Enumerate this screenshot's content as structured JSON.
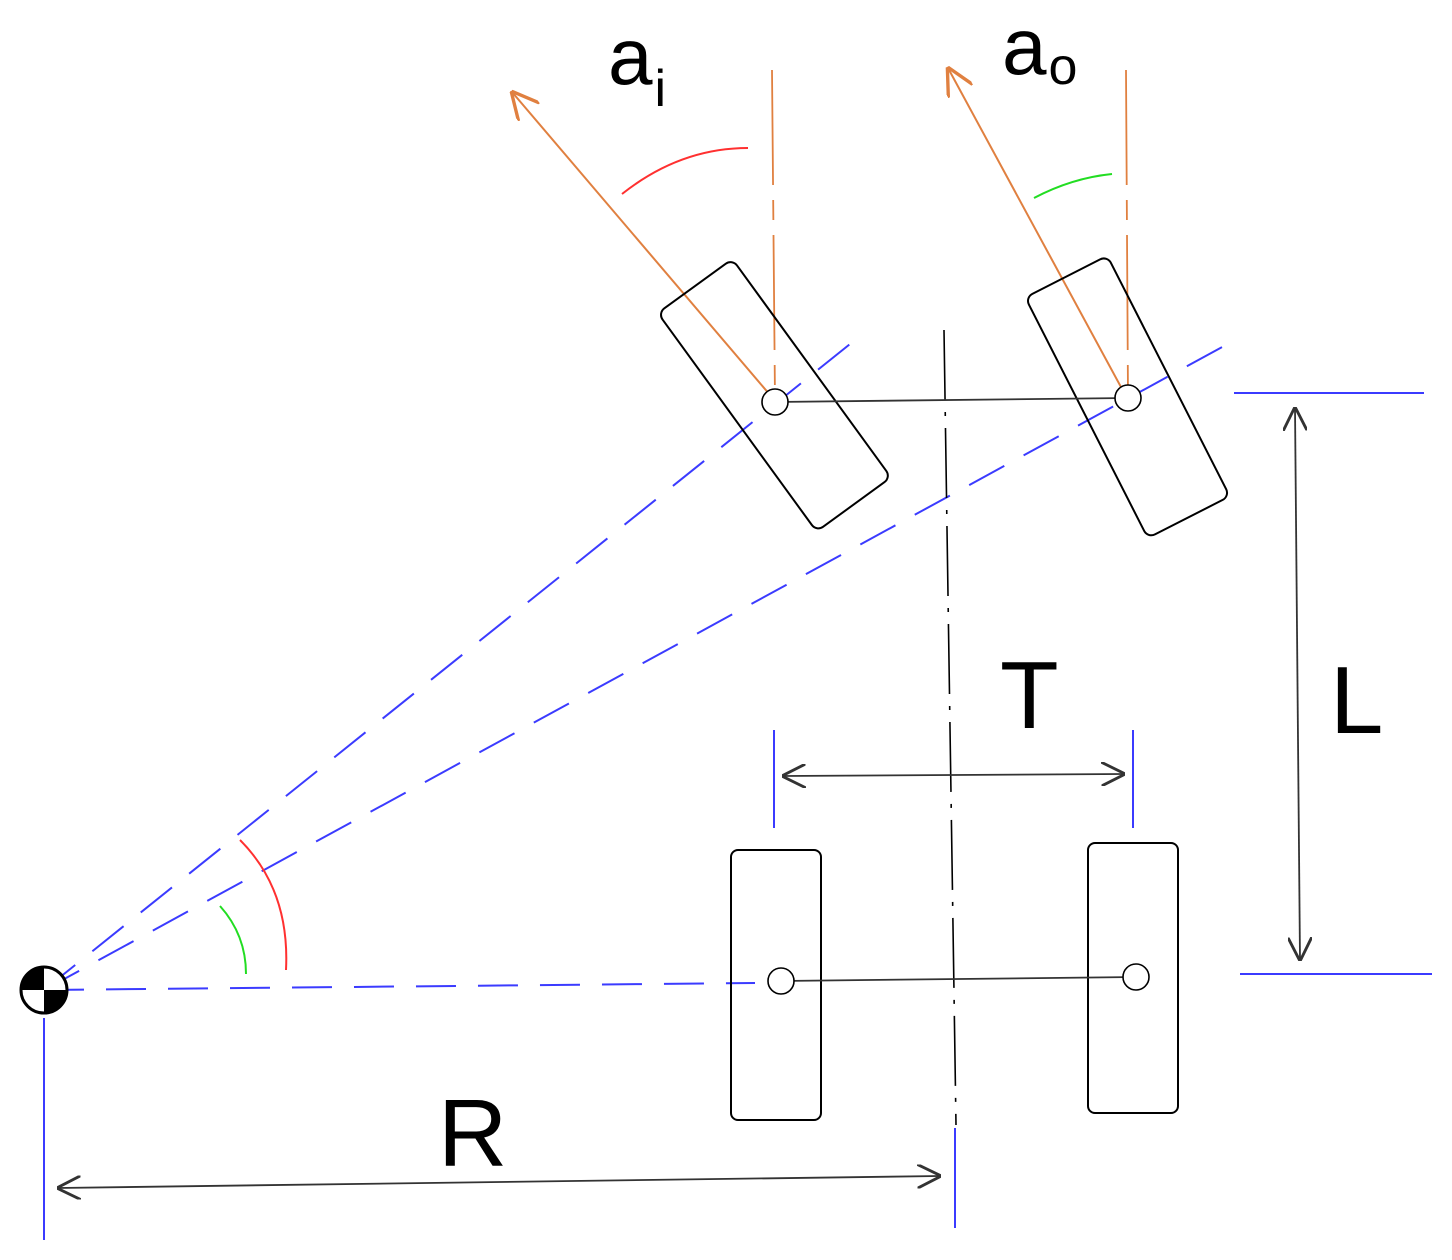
{
  "labels": {
    "alpha_inner": {
      "main": "a",
      "sub": "i"
    },
    "alpha_outer": {
      "main": "a",
      "sub": "o"
    },
    "track": "T",
    "wheelbase": "L",
    "radius": "R"
  },
  "colors": {
    "construction_lines": "#3b3bff",
    "steer_vectors": "#e08040",
    "inner_angle_arc": "#ff3030",
    "outer_angle_arc": "#22dd22",
    "outline": "#000000",
    "dimension_lines": "#333333"
  }
}
